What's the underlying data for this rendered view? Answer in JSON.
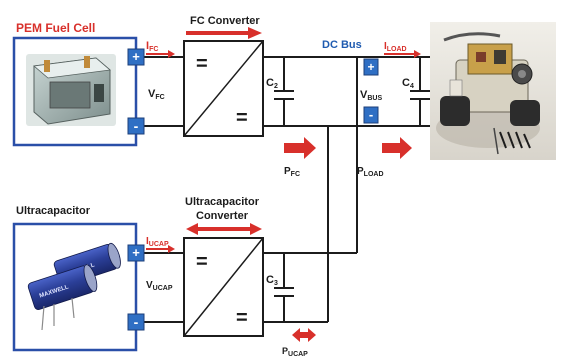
{
  "fuel_cell": {
    "title": "PEM Fuel Cell",
    "current": "I",
    "current_sub": "FC",
    "voltage": "V",
    "voltage_sub": "FC"
  },
  "fc_converter": {
    "title": "FC Converter",
    "power": "P",
    "power_sub": "FC"
  },
  "ultracap": {
    "title": "Ultracapacitor",
    "current": "I",
    "current_sub": "UCAP",
    "voltage": "V",
    "voltage_sub": "UCAP",
    "cap_brand": "MAXWELL"
  },
  "uc_converter": {
    "title_line1": "Ultracapacitor",
    "title_line2": "Converter",
    "power": "P",
    "power_sub": "UCAP"
  },
  "dc_bus": {
    "title": "DC Bus",
    "voltage": "V",
    "voltage_sub": "BUS"
  },
  "capacitors": {
    "c2": "C",
    "c2_sub": "2",
    "c3": "C",
    "c3_sub": "3",
    "c4": "C",
    "c4_sub": "4"
  },
  "load": {
    "current": "I",
    "current_sub": "LOAD",
    "power": "P",
    "power_sub": "LOAD"
  },
  "converter_symbols": {
    "in": "=",
    "out": "="
  },
  "terminals": {
    "plus": "+",
    "minus": "-"
  },
  "colors": {
    "accent_red": "#d8302b",
    "box_blue": "#2a4fa8",
    "terminal_blue": "#2f6fc4",
    "wire": "#1c1c1c"
  }
}
